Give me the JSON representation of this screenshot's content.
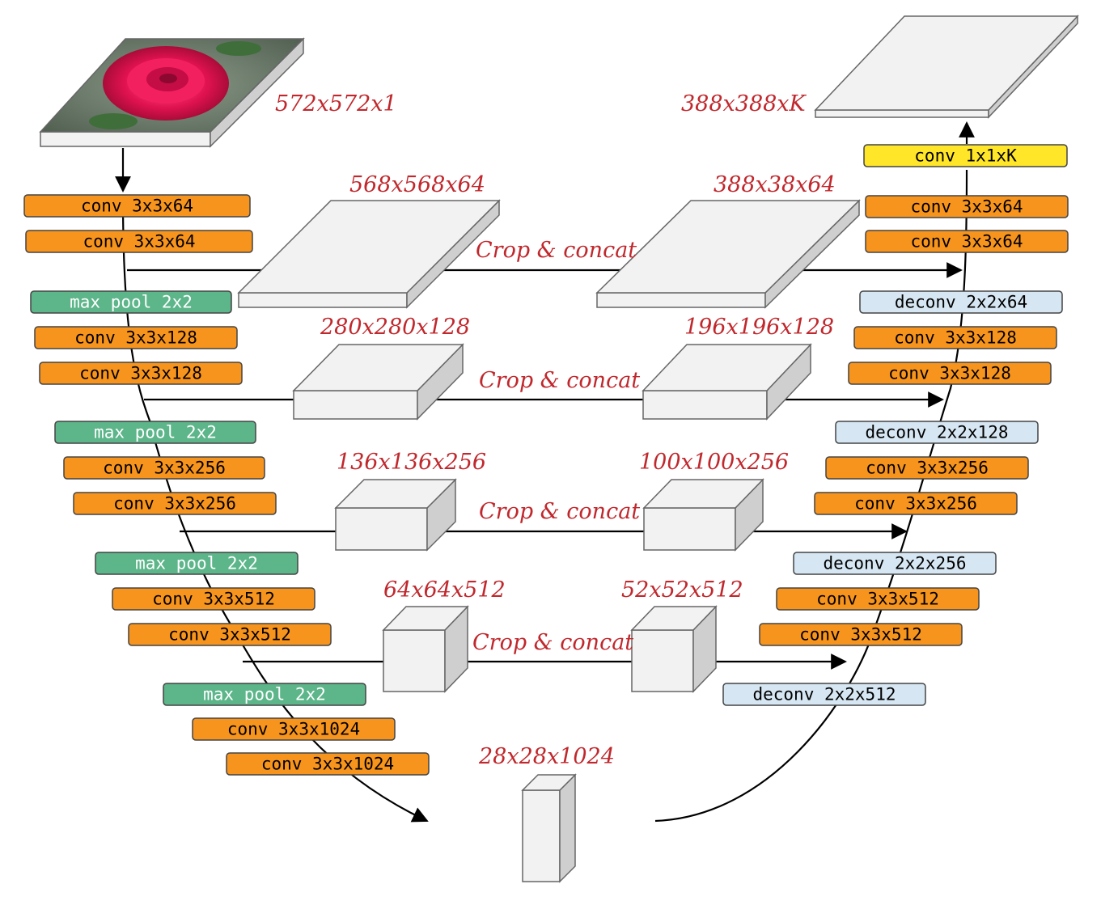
{
  "colors": {
    "conv": "#f7941d",
    "maxpool": "#5db58a",
    "deconv": "#d6e6f2",
    "final": "#ffe629",
    "annotation": "#c0282d",
    "block_face": "#f2f2f2",
    "block_side": "#cfcfcf",
    "arrow": "#000000"
  },
  "input_image": {
    "icon": "rose-photo",
    "label": "572x572x1"
  },
  "output_block": {
    "label": "388x388xK"
  },
  "encoder_layers": [
    {
      "type": "conv",
      "text": "conv 3x3x64"
    },
    {
      "type": "conv",
      "text": "conv 3x3x64"
    },
    {
      "type": "maxpool",
      "text": "max pool 2x2"
    },
    {
      "type": "conv",
      "text": "conv 3x3x128"
    },
    {
      "type": "conv",
      "text": "conv 3x3x128"
    },
    {
      "type": "maxpool",
      "text": "max pool 2x2"
    },
    {
      "type": "conv",
      "text": "conv 3x3x256"
    },
    {
      "type": "conv",
      "text": "conv 3x3x256"
    },
    {
      "type": "maxpool",
      "text": "max pool 2x2"
    },
    {
      "type": "conv",
      "text": "conv 3x3x512"
    },
    {
      "type": "conv",
      "text": "conv 3x3x512"
    },
    {
      "type": "maxpool",
      "text": "max pool 2x2"
    },
    {
      "type": "conv",
      "text": "conv 3x3x1024"
    },
    {
      "type": "conv",
      "text": "conv 3x3x1024"
    }
  ],
  "decoder_layers": [
    {
      "type": "final",
      "text": "conv 1x1xK"
    },
    {
      "type": "conv",
      "text": "conv 3x3x64"
    },
    {
      "type": "conv",
      "text": "conv 3x3x64"
    },
    {
      "type": "deconv",
      "text": "deconv 2x2x64"
    },
    {
      "type": "conv",
      "text": "conv 3x3x128"
    },
    {
      "type": "conv",
      "text": "conv 3x3x128"
    },
    {
      "type": "deconv",
      "text": "deconv 2x2x128"
    },
    {
      "type": "conv",
      "text": "conv 3x3x256"
    },
    {
      "type": "conv",
      "text": "conv 3x3x256"
    },
    {
      "type": "deconv",
      "text": "deconv 2x2x256"
    },
    {
      "type": "conv",
      "text": "conv 3x3x512"
    },
    {
      "type": "conv",
      "text": "conv 3x3x512"
    },
    {
      "type": "deconv",
      "text": "deconv 2x2x512"
    }
  ],
  "skip_connections": [
    {
      "left_label": "568x568x64",
      "right_label": "388x38x64",
      "text": "Crop & concat"
    },
    {
      "left_label": "280x280x128",
      "right_label": "196x196x128",
      "text": "Crop & concat"
    },
    {
      "left_label": "136x136x256",
      "right_label": "100x100x256",
      "text": "Crop & concat"
    },
    {
      "left_label": "64x64x512",
      "right_label": "52x52x512",
      "text": "Crop & concat"
    }
  ],
  "bottleneck": {
    "label": "28x28x1024"
  }
}
